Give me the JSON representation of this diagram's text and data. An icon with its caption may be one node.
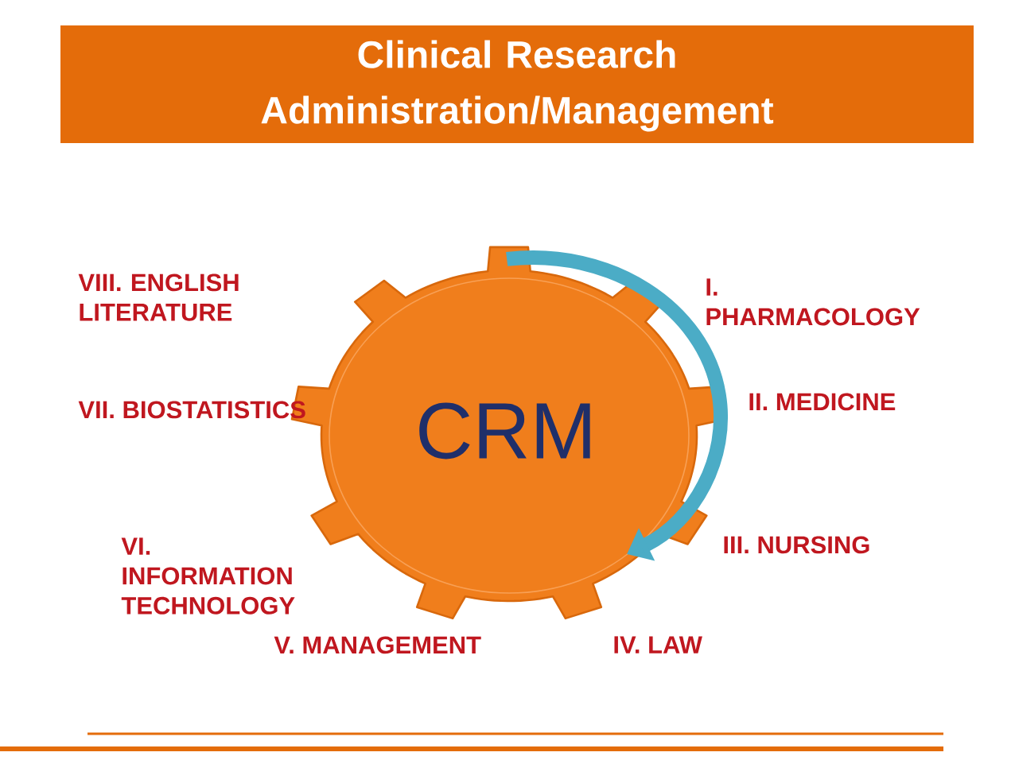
{
  "diagram": {
    "title": "Clinical Research Administration/Management",
    "nodes": [
      {
        "text": [
          "CRM"
        ]
      }
    ],
    "labels": [
      "VIII. ENGLISH LITERATURE",
      "I. PHARMACOLOGY",
      "VII. BIOSTATISTICS",
      "II. MEDICINE",
      "VI. INFORMATION TECHNOLOGY",
      "III. NURSING",
      "V. MANAGEMENT",
      "IV. LAW"
    ]
  }
}
